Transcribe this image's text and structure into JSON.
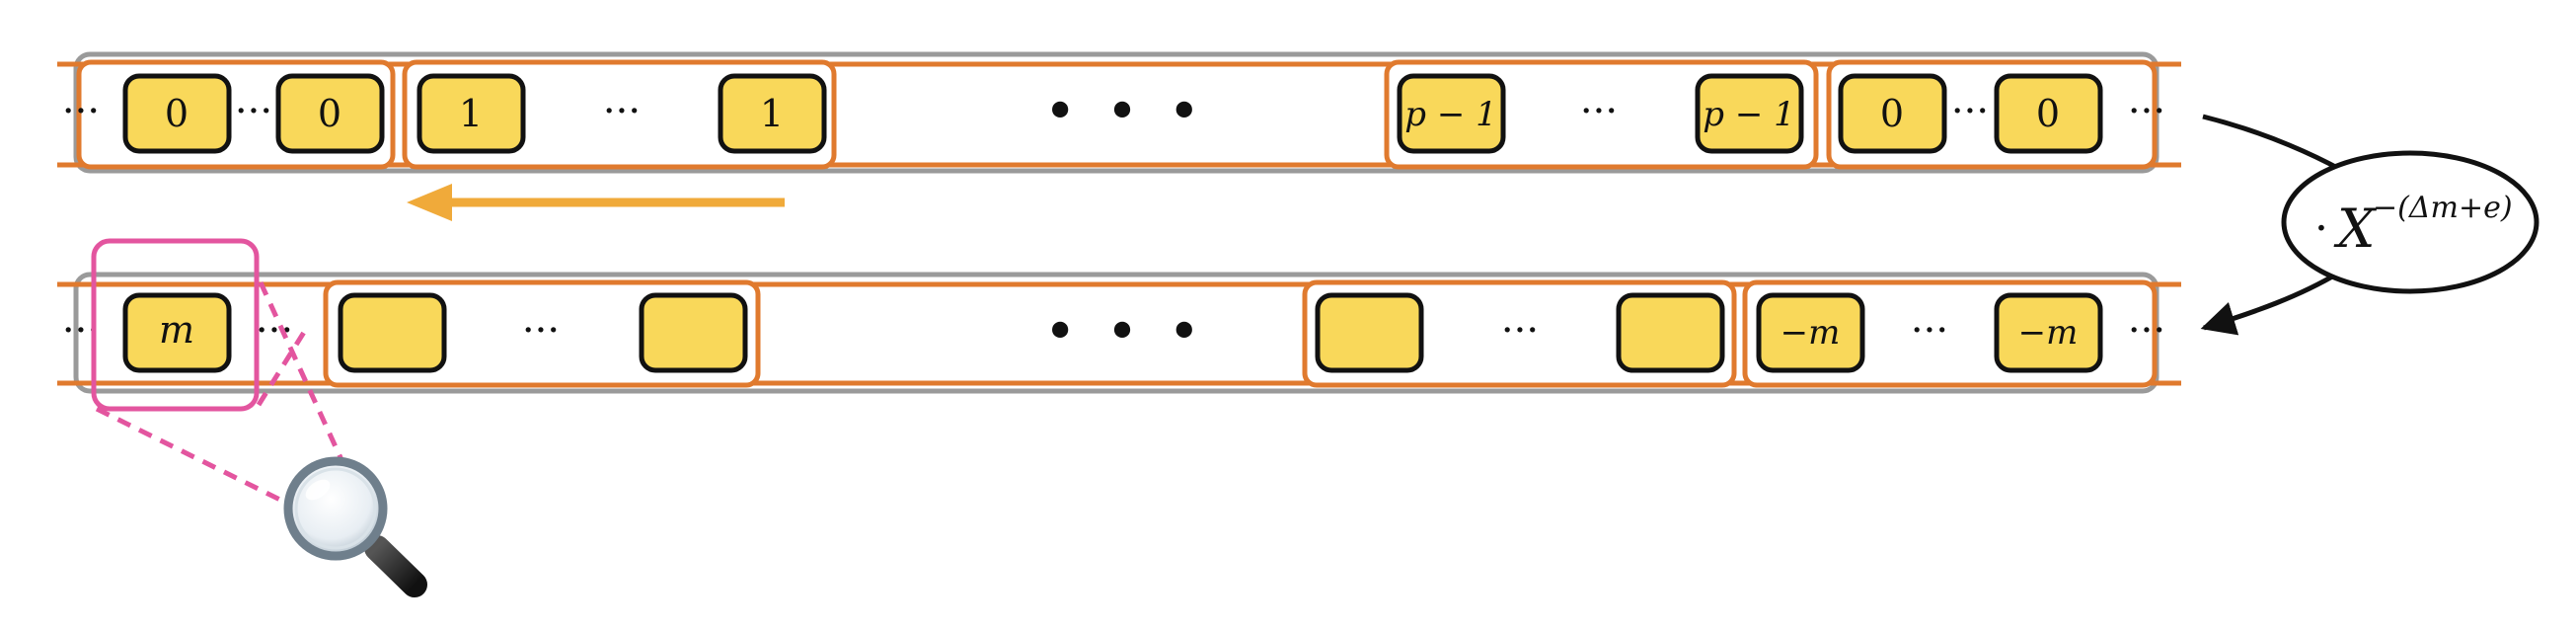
{
  "top_row": {
    "cells": [
      "0",
      "0",
      "1",
      "1",
      "p − 1",
      "p − 1",
      "0",
      "0"
    ],
    "ellipsis": "···",
    "middle_dots": "• • •"
  },
  "bottom_row": {
    "cells": [
      "m",
      "",
      "",
      "",
      "",
      "−m",
      "−m"
    ],
    "ellipsis": "···",
    "middle_dots": "• • •"
  },
  "operation": {
    "dot": "·",
    "base": "X",
    "exponent": "−(Δm+e)"
  },
  "icons": {
    "shift_arrow": "left-arrow-icon",
    "magnifier": "magnifying-glass-icon"
  },
  "colors": {
    "cell_fill": "#f9d85a",
    "group_border": "#e07a2e",
    "track_border": "#9a9a9a",
    "arrow": "#f0aa3a",
    "highlight": "#e3559f"
  }
}
